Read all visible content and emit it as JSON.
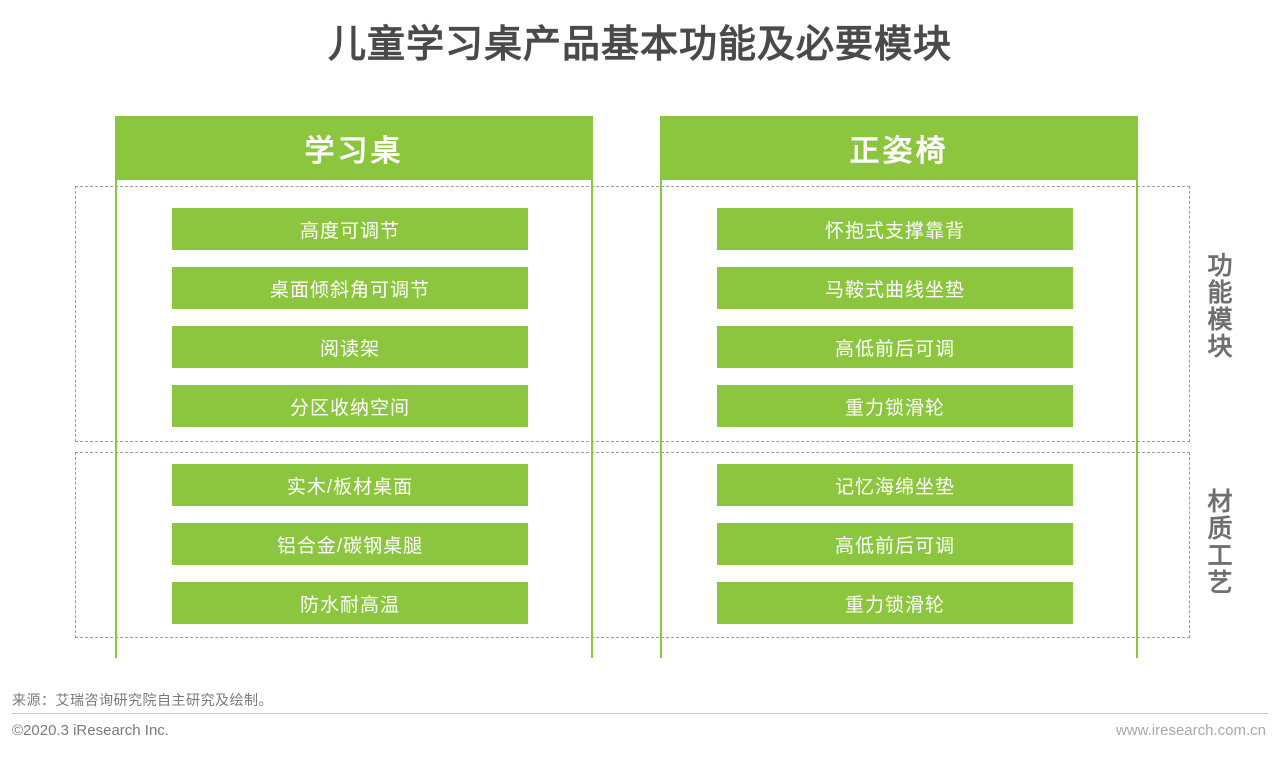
{
  "title": "儿童学习桌产品基本功能及必要模块",
  "colors": {
    "brand_green": "#8CC63F",
    "title_gray": "#4A4A4A",
    "label_gray": "#6F6F6F",
    "dashed_gray": "#9B9B9B",
    "footer_gray": "#7A7A7A"
  },
  "groups": {
    "functions_label": "功能模块",
    "materials_label": "材质工艺"
  },
  "columns": [
    {
      "header": "学习桌",
      "functions": [
        "高度可调节",
        "桌面倾斜角可调节",
        "阅读架",
        "分区收纳空间"
      ],
      "materials": [
        "实木/板材桌面",
        "铝合金/碳钢桌腿",
        "防水耐高温"
      ]
    },
    {
      "header": "正姿椅",
      "functions": [
        "怀抱式支撑靠背",
        "马鞍式曲线坐垫",
        "高低前后可调",
        "重力锁滑轮"
      ],
      "materials": [
        "记忆海绵坐垫",
        "高低前后可调",
        "重力锁滑轮"
      ]
    }
  ],
  "footer": {
    "source": "来源：艾瑞咨询研究院自主研究及绘制。",
    "copyright": "©2020.3 iResearch Inc.",
    "website": "www.iresearch.com.cn"
  }
}
